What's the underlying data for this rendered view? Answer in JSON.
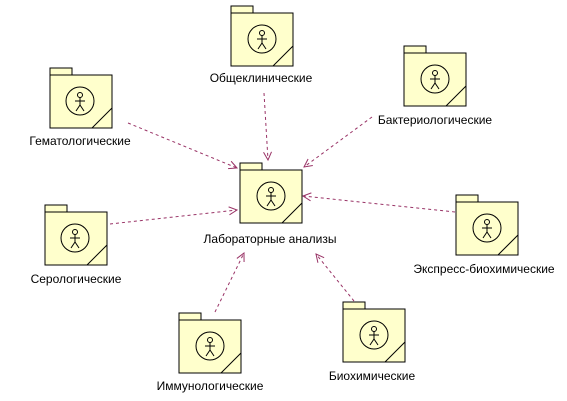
{
  "diagram": {
    "center": {
      "name": "Лабораторные анализы"
    },
    "packages": [
      {
        "id": "obshcheklinicheskie",
        "name": "Общеклинические"
      },
      {
        "id": "bakteriologicheskie",
        "name": "Бактериологические"
      },
      {
        "id": "gematologicheskie",
        "name": "Гематологические"
      },
      {
        "id": "serologicheskie",
        "name": "Серологические"
      },
      {
        "id": "ekspress-biokhimicheskie",
        "name": "Экспресс-биохимические"
      },
      {
        "id": "immunologicheskie",
        "name": "Иммунологические"
      },
      {
        "id": "biokhimicheskie",
        "name": "Биохимические"
      }
    ],
    "colors": {
      "package_fill": "#ffffcc",
      "package_stroke": "#000000",
      "dependency_arrow": "#993366"
    },
    "icon_names": {
      "package": "package-icon",
      "actor": "actor-icon",
      "dependency": "dependency-arrow"
    }
  }
}
